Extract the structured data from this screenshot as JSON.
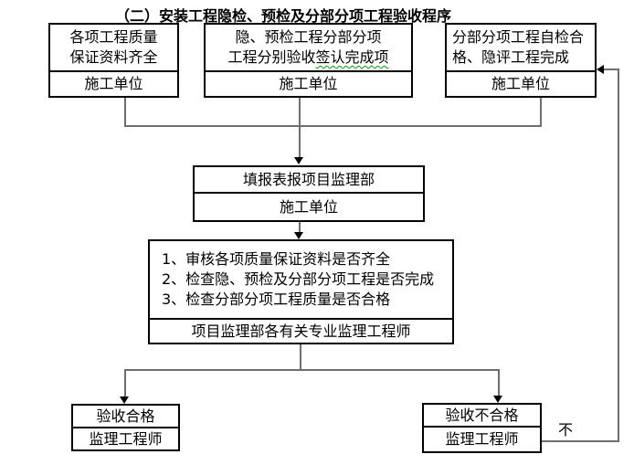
{
  "title": "（二）安装工程隐检、预检及分部分项工程验收程序",
  "colors": {
    "box_border": "#000000",
    "connector_line": "#6e6e6e",
    "squiggle_underline": "#00a000",
    "background": "#ffffff",
    "text": "#000000"
  },
  "boxes": {
    "quality_docs": {
      "line1": "各项工程质量",
      "line2": "保证资料齐全",
      "footer": "施工单位"
    },
    "inspection_sign": {
      "line1": "隐、预检工程分部分项",
      "line2_plain": "工程分别验收",
      "line2_underlined": "签认完成项",
      "footer": "施工单位"
    },
    "self_check": {
      "line1": "分部分项工程自检合",
      "line2": "格、隐评工程完成",
      "footer": "施工单位"
    },
    "report": {
      "line1": "填报表报项目监理部",
      "footer": "施工单位"
    },
    "review": {
      "item1": "1、审核各项质量保证资料是否齐全",
      "item2": "2、检查隐、预检及分部分项工程是否完成",
      "item3": "3、检查分部分项工程质量是否合格",
      "footer": "项目监理部各有关专业监理工程师"
    },
    "accepted": {
      "line1": "验收合格",
      "footer": "监理工程师"
    },
    "rejected": {
      "line1": "验收不合格",
      "footer": "监理工程师"
    }
  },
  "labels": {
    "reject_branch": "不"
  }
}
